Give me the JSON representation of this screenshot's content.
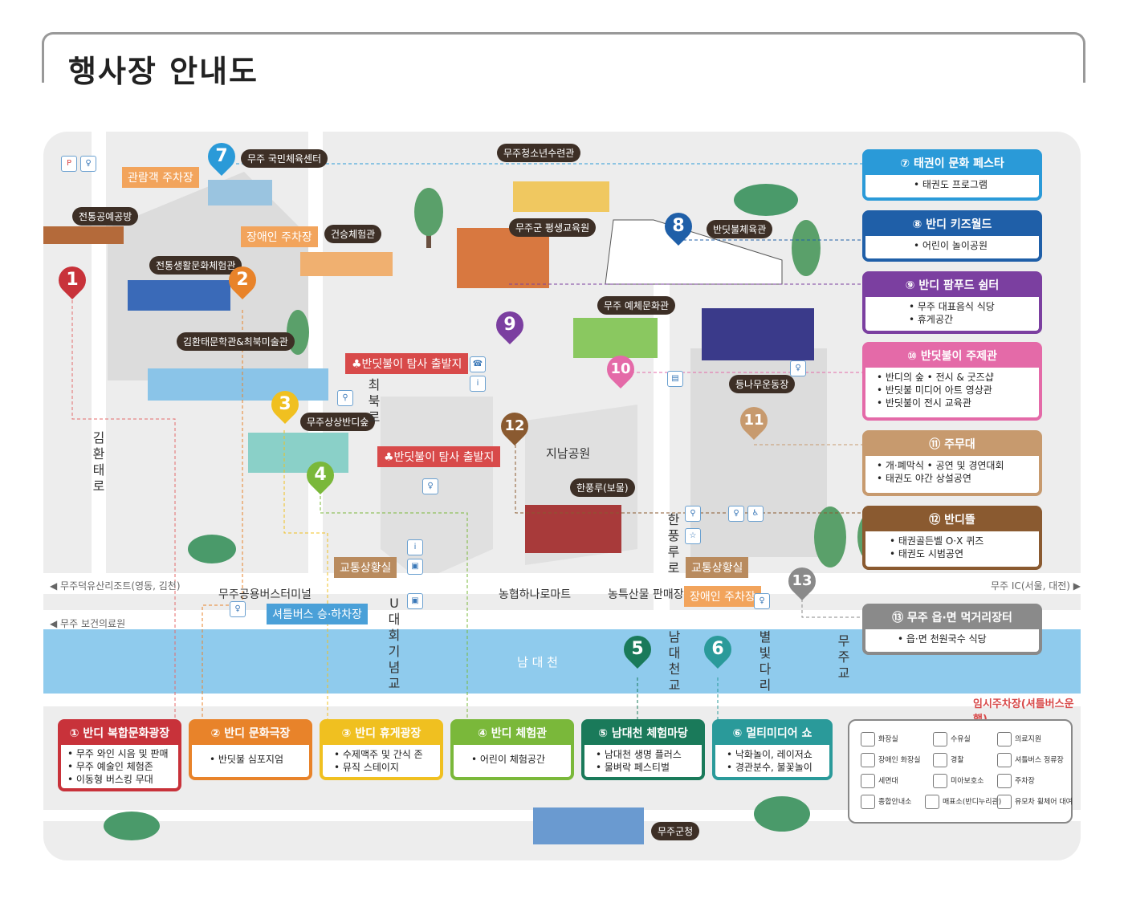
{
  "title": "행사장 안내도",
  "buildings": {
    "gym": "무주 국민체육센터",
    "youth": "무주청소년수련관",
    "craft": "전통공예공방",
    "life_exp": "전통생활문화체험관",
    "arch": "건승체험관",
    "edu": "무주군 평생교육원",
    "firefly_gym": "반딧불체육관",
    "yechae": "무주 예체문화관",
    "kim": "김환태문학관&최북미술관",
    "sangsang": "무주상상반디숲",
    "deungna": "등나무운동장",
    "jinam": "지남공원",
    "hanpung": "한풍루(보물)",
    "terminal": "무주공용버스터미널",
    "nh_mart": "농협하나로마트",
    "produce": "농특산물 판매장",
    "county": "무주군청"
  },
  "parking": {
    "visitor": "관람객 주차장",
    "disabled1": "장애인 주차장",
    "disabled2": "장애인 주차장",
    "traffic1": "교통상황실",
    "traffic2": "교통상황실",
    "shuttle": "셔틀버스 승·하차장",
    "temp": "임시주차장(셔틀버스운행)"
  },
  "starts": {
    "s1": "♣반딧불이 탐사 출발지",
    "s2": "♣반딧불이 탐사 출발지"
  },
  "roads": {
    "kim_road": "김환태로",
    "choebuk_road": "최북로",
    "hanpung_road": "한풍루로",
    "deokyu": "◀ 무주덕유산리조트(영동, 김천)",
    "ic": "무주 IC(서울, 대전) ▶",
    "health": "◀ 무주 보건의료원",
    "river": "남 대 천",
    "u_bridge": "U대회기념교",
    "nam_bridge": "남대천교",
    "star_bridge": "별빛다리",
    "muju_bridge": "무주교"
  },
  "pins": [
    "1",
    "2",
    "3",
    "4",
    "5",
    "6",
    "7",
    "8",
    "9",
    "10",
    "11",
    "12",
    "13"
  ],
  "right_boxes": [
    {
      "title": "⑦ 태권이 문화 페스타",
      "items": [
        "• 태권도 프로그램"
      ],
      "color": "#2a9ad8"
    },
    {
      "title": "⑧ 반디 키즈월드",
      "items": [
        "• 어린이 놀이공원"
      ],
      "color": "#1f5fa8"
    },
    {
      "title": "⑨ 반디 팜푸드 쉼터",
      "items": [
        "• 무주 대표음식 식당",
        "• 휴게공간"
      ],
      "color": "#7b3fa0"
    },
    {
      "title": "⑩ 반딧불이 주제관",
      "items": [
        "• 반디의 숲        • 전시 & 굿즈샵",
        "• 반딧불 미디어 아트 영상관",
        "• 반딧불이 전시 교육관"
      ],
      "color": "#e46aa8"
    },
    {
      "title": "⑪ 주무대",
      "items": [
        "• 개·폐막식   • 공연 및 경연대회",
        "• 태권도 야간 상설공연"
      ],
      "color": "#c79a6e"
    },
    {
      "title": "⑫ 반디뜰",
      "items": [
        "• 태권골든벨 O·X 퀴즈",
        "• 태권도 시범공연"
      ],
      "color": "#8a5a30"
    },
    {
      "title": "⑬ 무주 읍·면 먹거리장터",
      "items": [
        "• 읍·면 천원국수 식당"
      ],
      "color": "#8a8a8a"
    }
  ],
  "bottom_boxes": [
    {
      "title": "① 반디 복합문화광장",
      "items": [
        "• 무주 와인 시음 및 판매",
        "• 무주 예술인 체험존",
        "• 이동형 버스킹 무대"
      ],
      "color": "#c8323a"
    },
    {
      "title": "② 반디 문화극장",
      "items": [
        "• 반딧불 심포지엄"
      ],
      "color": "#e8832a"
    },
    {
      "title": "③ 반디 휴게광장",
      "items": [
        "• 수제맥주 및 간식 존",
        "• 뮤직 스테이지"
      ],
      "color": "#f0c020"
    },
    {
      "title": "④ 반디 체험관",
      "items": [
        "• 어린이 체험공간"
      ],
      "color": "#7ab83a"
    },
    {
      "title": "⑤ 남대천 체험마당",
      "items": [
        "• 남대천 생명 플러스",
        "• 물벼락 페스티벌"
      ],
      "color": "#1a7a5a"
    },
    {
      "title": "⑥ 멀티미디어 쇼",
      "items": [
        "• 낙화놀이, 레이저쇼",
        "• 경관분수, 불꽃놀이"
      ],
      "color": "#2a9a9a"
    }
  ],
  "legend": [
    {
      "icon": "restroom-icon",
      "label": "화장실"
    },
    {
      "icon": "water-icon",
      "label": "수유실"
    },
    {
      "icon": "medical-icon",
      "label": "의료지원"
    },
    {
      "icon": "disabled-restroom-icon",
      "label": "장애인 화장실"
    },
    {
      "icon": "police-icon",
      "label": "경찰"
    },
    {
      "icon": "shuttle-stop-icon",
      "label": "셔틀버스 정류장"
    },
    {
      "icon": "washstand-icon",
      "label": "세면대"
    },
    {
      "icon": "babycare-icon",
      "label": "미아보호소"
    },
    {
      "icon": "parking-icon",
      "label": "주차장"
    },
    {
      "icon": "info-icon",
      "label": "종합안내소"
    },
    {
      "icon": "ticket-icon",
      "label": "매표소(반디누리관)"
    },
    {
      "icon": "stroller-icon",
      "label": "유모차 휠체어 대여"
    }
  ]
}
